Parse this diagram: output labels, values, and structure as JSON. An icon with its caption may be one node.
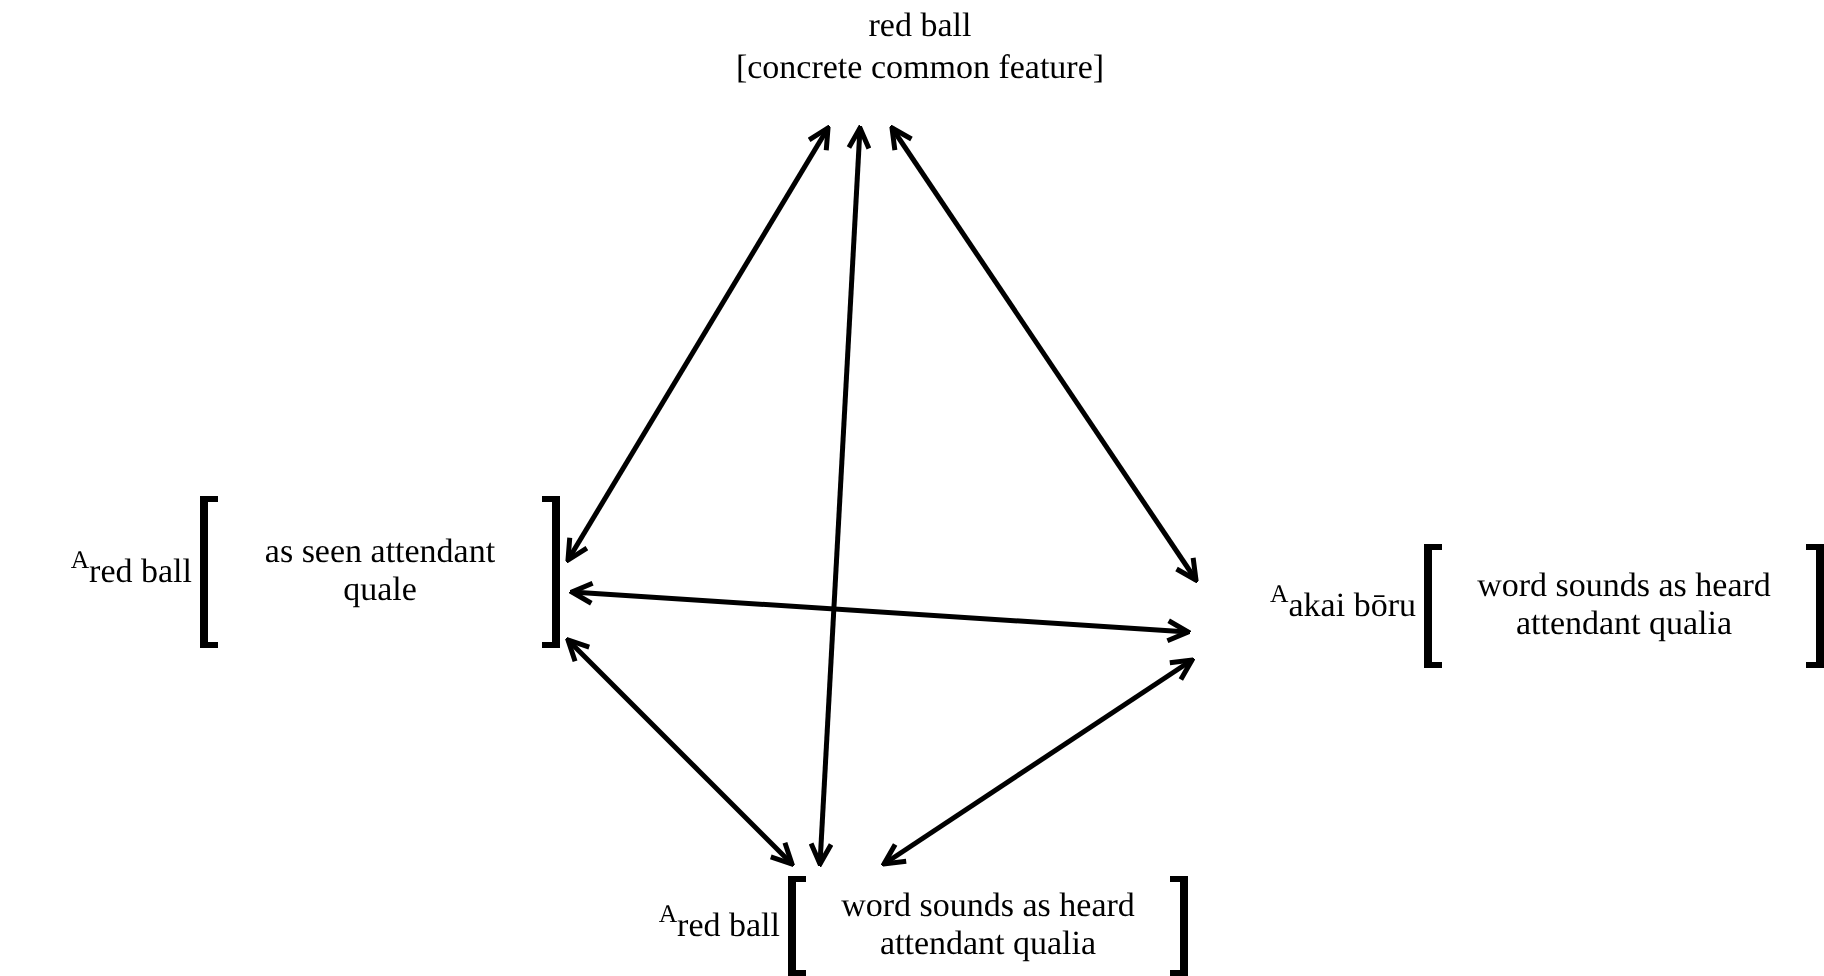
{
  "diagram": {
    "nodes": [
      {
        "text": [
          "red ball",
          "[concrete common feature]"
        ]
      },
      {
        "text": [
          "$^{A}$red ball",
          "as seen attendant quale"
        ]
      },
      {
        "text": [
          "$^{A}$akai bōru",
          "word sounds as heard attendant qualia"
        ]
      },
      {
        "text": [
          "$^{A}$red ball",
          "word sounds as heard attendant qualia"
        ]
      }
    ],
    "edges": [
      {
        "from": 0,
        "to": 1,
        "arrow": "both"
      },
      {
        "from": 0,
        "to": 3,
        "arrow": "both"
      },
      {
        "from": 0,
        "to": 2,
        "arrow": "both"
      },
      {
        "from": 1,
        "to": 2,
        "arrow": "both"
      },
      {
        "from": 1,
        "to": 3,
        "arrow": "both"
      },
      {
        "from": 2,
        "to": 3,
        "arrow": "both"
      }
    ]
  }
}
